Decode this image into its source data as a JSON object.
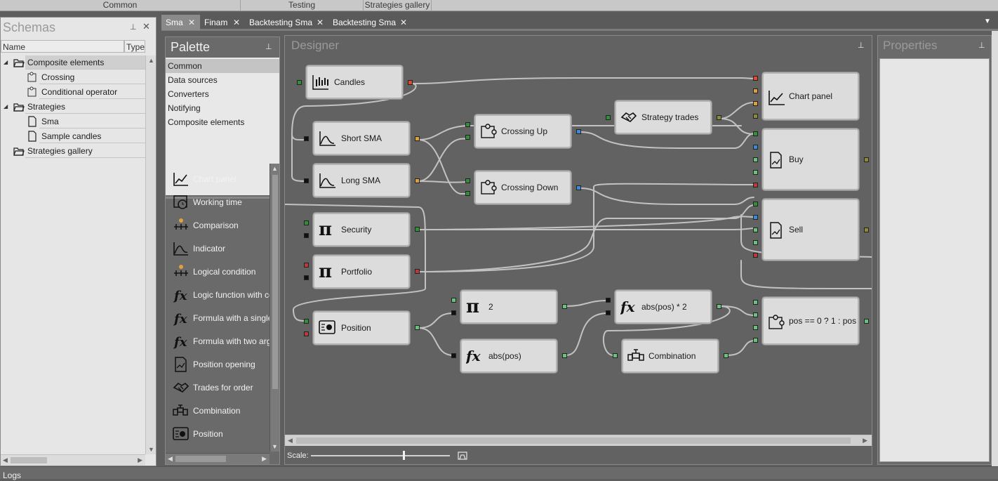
{
  "ribbon": {
    "groups": [
      "Common",
      "Testing",
      "Strategies gallery"
    ]
  },
  "schemas": {
    "title": "Schemas",
    "columns": [
      "Name",
      "Type"
    ],
    "rows": [
      {
        "label": "Composite elements",
        "level": 0
      },
      {
        "label": "Crossing",
        "level": 1
      },
      {
        "label": "Conditional operator",
        "level": 1
      },
      {
        "label": "Strategies",
        "level": 0
      },
      {
        "label": "Sma",
        "level": 1
      },
      {
        "label": "Sample candles",
        "level": 1
      },
      {
        "label": "Strategies gallery",
        "level": 0
      }
    ]
  },
  "tabs": [
    {
      "label": "Sma",
      "active": true
    },
    {
      "label": "Finam",
      "active": false
    },
    {
      "label": "Backtesting Sma",
      "active": false
    },
    {
      "label": "Backtesting Sma",
      "active": false
    }
  ],
  "palette": {
    "title": "Palette",
    "categories": [
      "Common",
      "Data sources",
      "Converters",
      "Notifying",
      "Composite elements"
    ],
    "items": [
      "Chart panel",
      "Working time",
      "Comparison",
      "Indicator",
      "Logical condition",
      "Logic function with conditions",
      "Formula with a single argument",
      "Formula with two arguments",
      "Position opening",
      "Trades for order",
      "Combination",
      "Position"
    ]
  },
  "designer": {
    "title": "Designer",
    "scale_label": "Scale:",
    "scale": 0.66,
    "nodes": {
      "candles": "Candles",
      "short_sma": "Short SMA",
      "long_sma": "Long SMA",
      "security": "Security",
      "portfolio": "Portfolio",
      "position": "Position",
      "crossing_up": "Crossing Up",
      "crossing_down": "Crossing Down",
      "strategy_trades": "Strategy trades",
      "chart_panel": "Chart panel",
      "buy": "Buy",
      "sell": "Sell",
      "const_2": "2",
      "abs_pos": "abs(pos)",
      "abs_pos_2": "abs(pos) * 2",
      "combination": "Combination",
      "pos_formula": "pos == 0 ? 1 : pos"
    }
  },
  "properties": {
    "title": "Properties"
  },
  "logs": {
    "title": "Logs"
  }
}
